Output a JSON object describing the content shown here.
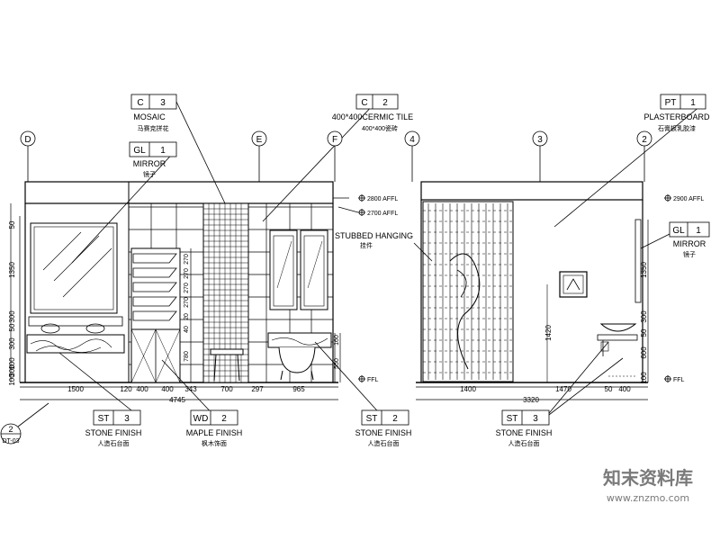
{
  "tags": [
    {
      "code": "C",
      "num": "3",
      "label": "MOSAIC",
      "sub": "马赛克拼花"
    },
    {
      "code": "C",
      "num": "2",
      "label": "400*400CERMIC TILE",
      "sub": "400*400瓷砖"
    },
    {
      "code": "GL",
      "num": "1",
      "label": "MIRROR",
      "sub": "镜子"
    },
    {
      "code": "PT",
      "num": "1",
      "label": "PLASTERBOARD",
      "sub": "石膏板乳胶漆"
    },
    {
      "code": "GL",
      "num": "1",
      "label": "MIRROR",
      "sub": "镜子"
    },
    {
      "code": "ST",
      "num": "3",
      "label": "STONE FINISH",
      "sub": "人造石台面"
    },
    {
      "code": "WD",
      "num": "2",
      "label": "MAPLE FINISH",
      "sub": "枫木饰面"
    },
    {
      "code": "ST",
      "num": "2",
      "label": "STONE FINISH",
      "sub": "人造石台面"
    },
    {
      "code": "ST",
      "num": "3",
      "label": "STONE FINISH",
      "sub": "人造石台面"
    }
  ],
  "grid_bubbles": [
    "D",
    "E",
    "F",
    "4",
    "3",
    "2"
  ],
  "levels": [
    "2800 AFFL",
    "2700 AFFL",
    "FFL",
    "2900 AFFL",
    "FFL"
  ],
  "stubbed": {
    "label": "STUBBED HANGING",
    "sub": "挂件"
  },
  "left_dims_bottom": [
    "1500",
    "120",
    "400",
    "400",
    "343",
    "700",
    "297",
    "965"
  ],
  "left_total": "4745",
  "left_dims_vertical": [
    "50",
    "1350",
    "300",
    "50",
    "300",
    "100",
    "300",
    "100"
  ],
  "cabinet_dims": [
    "270",
    "270",
    "270",
    "270",
    "20",
    "40",
    "780"
  ],
  "bath_dims": [
    "550",
    "160"
  ],
  "right_dims_bottom": [
    "1400",
    "1470",
    "50",
    "400"
  ],
  "right_total": "3320",
  "right_dims_vertical": [
    "1420",
    "1350",
    "300",
    "50",
    "600",
    "100"
  ],
  "ref": {
    "num": "2",
    "sheet": "DT-03"
  },
  "watermark": {
    "title": "知末资料库",
    "url": "www.znzmo.com"
  }
}
